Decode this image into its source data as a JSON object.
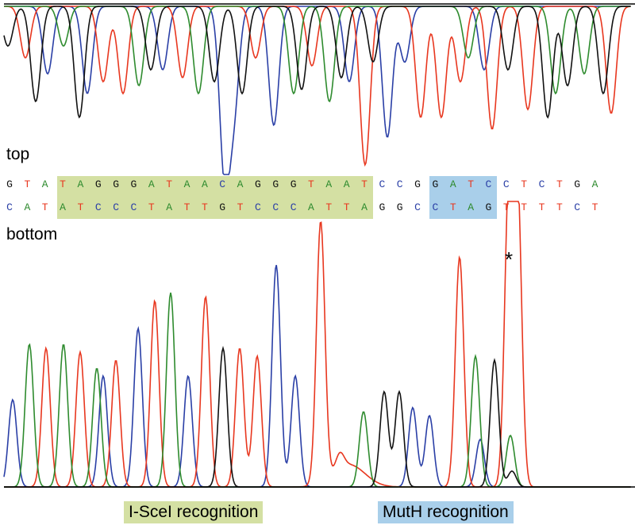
{
  "labels": {
    "top": "top",
    "bottom": "bottom",
    "asterisk": "*",
    "isce1": "I-SceI recognition",
    "muth": "MutH recognition"
  },
  "colors": {
    "A": "#2e8b2e",
    "C": "#2a3fa6",
    "G": "#111111",
    "T": "#e8371f",
    "isce1_highlight": "#d4e0a3",
    "muth_highlight": "#a9cfea",
    "isce1_text_color": "#7a8a2a",
    "frame": "#000000"
  },
  "sequence": {
    "top": [
      "G",
      "T",
      "A",
      "T",
      "A",
      "G",
      "G",
      "G",
      "A",
      "T",
      "A",
      "A",
      "C",
      "A",
      "G",
      "G",
      "G",
      "T",
      "A",
      "A",
      "T",
      "C",
      "C",
      "G",
      "G",
      "A",
      "T",
      "C",
      "C",
      "T",
      "C",
      "T",
      "G",
      "A"
    ],
    "bottom": [
      "C",
      "A",
      "T",
      "A",
      "T",
      "C",
      "C",
      "C",
      "T",
      "A",
      "T",
      "T",
      "G",
      "T",
      "C",
      "C",
      "C",
      "A",
      "T",
      "T",
      "A",
      "G",
      "G",
      "C",
      "C",
      "T",
      "A",
      "G",
      "T",
      "T",
      "T",
      "T",
      "C",
      "T"
    ],
    "isce1_range": [
      3,
      20
    ],
    "muth_range": [
      24,
      27
    ]
  }
}
